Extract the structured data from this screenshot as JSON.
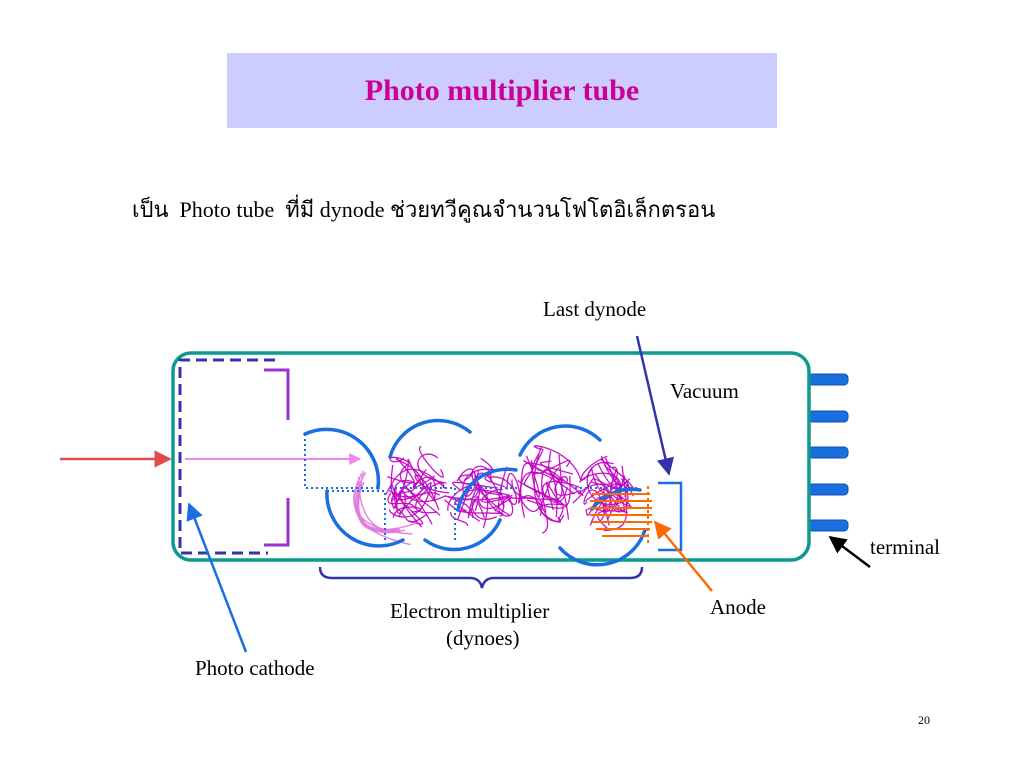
{
  "slide": {
    "title": "Photo multiplier tube",
    "subtitle": "เป็น  Photo tube  ที่มี dynode ช่วยทวีคูณจำนวนโฟโตอิเล็กตรอน",
    "page_number": "20"
  },
  "diagram": {
    "labels": {
      "last_dynode": "Last dynode",
      "vacuum": "Vacuum",
      "terminal": "terminal",
      "anode": "Anode",
      "electron_multiplier": "Electron multiplier",
      "dynodes": "(dynoes)",
      "photo_cathode": "Photo cathode"
    },
    "colors": {
      "tube": "#0e9a8f",
      "dynode": "#1a6fe0",
      "paths": "#c000c0",
      "anode": "#ff6a00",
      "incoming_light": "#e04b4b",
      "cathode": "#3333aa",
      "brace": "#3333aa",
      "title_bg": "#ccccff",
      "title_text": "#cc0099"
    }
  }
}
